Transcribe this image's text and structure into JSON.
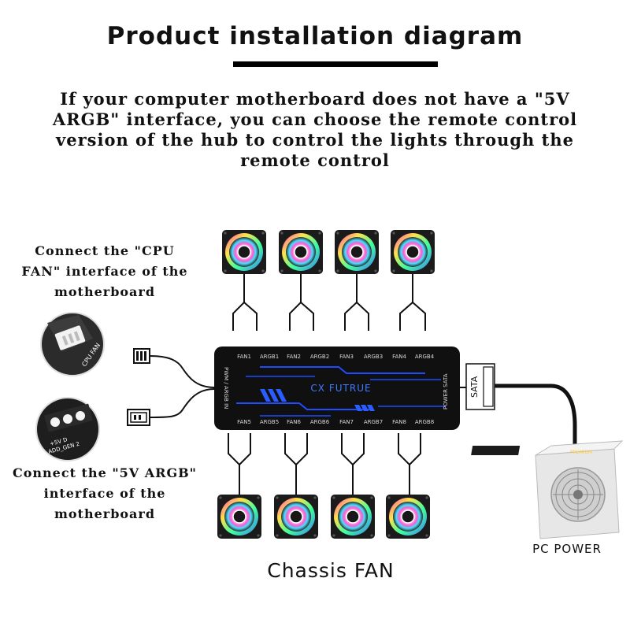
{
  "title": "Product installation diagram",
  "intro": "If your computer motherboard does not have a \"5V ARGB\" interface, you can choose the remote control version of the hub to control the lights through the remote control",
  "cpu_text": "Connect the \"CPU FAN\" interface of the motherboard",
  "argb_text": "Connect the \"5V ARGB\" interface of the motherboard",
  "bottom_label": "Chassis FAN",
  "pc_power": "PC POWER",
  "hub": {
    "brand": "CX FUTRUE",
    "left_label": "PWM / ARGB IN",
    "right_label": "POWER SATA",
    "top_ports": [
      "FAN1",
      "ARGB1",
      "FAN2",
      "ARGB2",
      "FAN3",
      "ARGB3",
      "FAN4",
      "ARGB4"
    ],
    "bottom_ports": [
      "FAN5",
      "ARGB5",
      "FAN6",
      "ARGB6",
      "FAN7",
      "ARGB7",
      "FAN8",
      "ARGB8"
    ]
  },
  "sata_label": "SATA",
  "cpu_fan_label": "CPU FAN",
  "argb_header_label": "ADD_GEN 2",
  "argb_header_pins": "+5V D",
  "psu_label": "PREMIUM",
  "colors": {
    "hub": "#111111",
    "accent": "#1e4cff",
    "cable": "#111111"
  }
}
